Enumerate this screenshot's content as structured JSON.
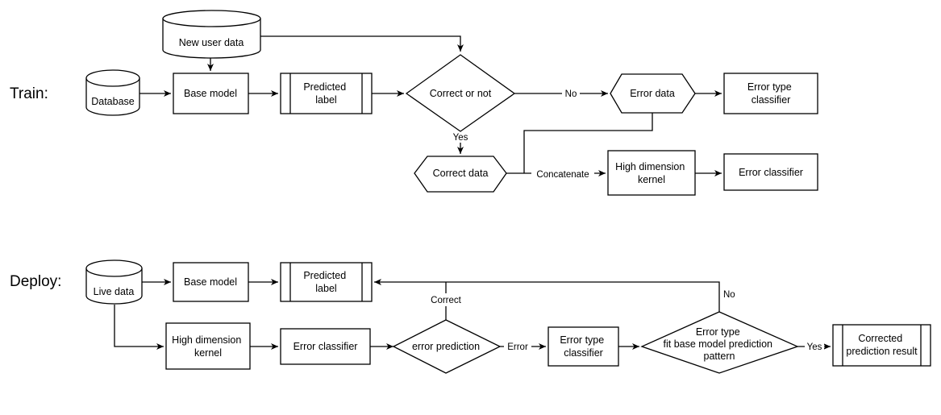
{
  "row_labels": {
    "train": "Train:",
    "deploy": "Deploy:"
  },
  "train": {
    "new_user_data": "New user data",
    "database": "Database",
    "base_model": "Base model",
    "predicted_label": [
      "Predicted",
      "label"
    ],
    "correct_or_not": "Correct or not",
    "error_data": "Error data",
    "error_type_classifier": [
      "Error type",
      "classifier"
    ],
    "correct_data": "Correct data",
    "high_dimension_kernel": [
      "High dimension",
      "kernel"
    ],
    "error_classifier": "Error classifier",
    "edge_no": "No",
    "edge_yes": "Yes",
    "edge_concatenate": "Concatenate"
  },
  "deploy": {
    "live_data": "Live data",
    "base_model": "Base model",
    "predicted_label": [
      "Predicted",
      "label"
    ],
    "high_dimension_kernel": [
      "High dimension",
      "kernel"
    ],
    "error_classifier": "Error classifier",
    "error_prediction": "error prediction",
    "error_type_classifier": [
      "Error type",
      "classifier"
    ],
    "fit_decision": [
      "Error type",
      "fit base model prediction",
      "pattern"
    ],
    "corrected_result": [
      "Corrected",
      "prediction result"
    ],
    "edge_correct": "Correct",
    "edge_error": "Error",
    "edge_yes": "Yes",
    "edge_no": "No"
  }
}
